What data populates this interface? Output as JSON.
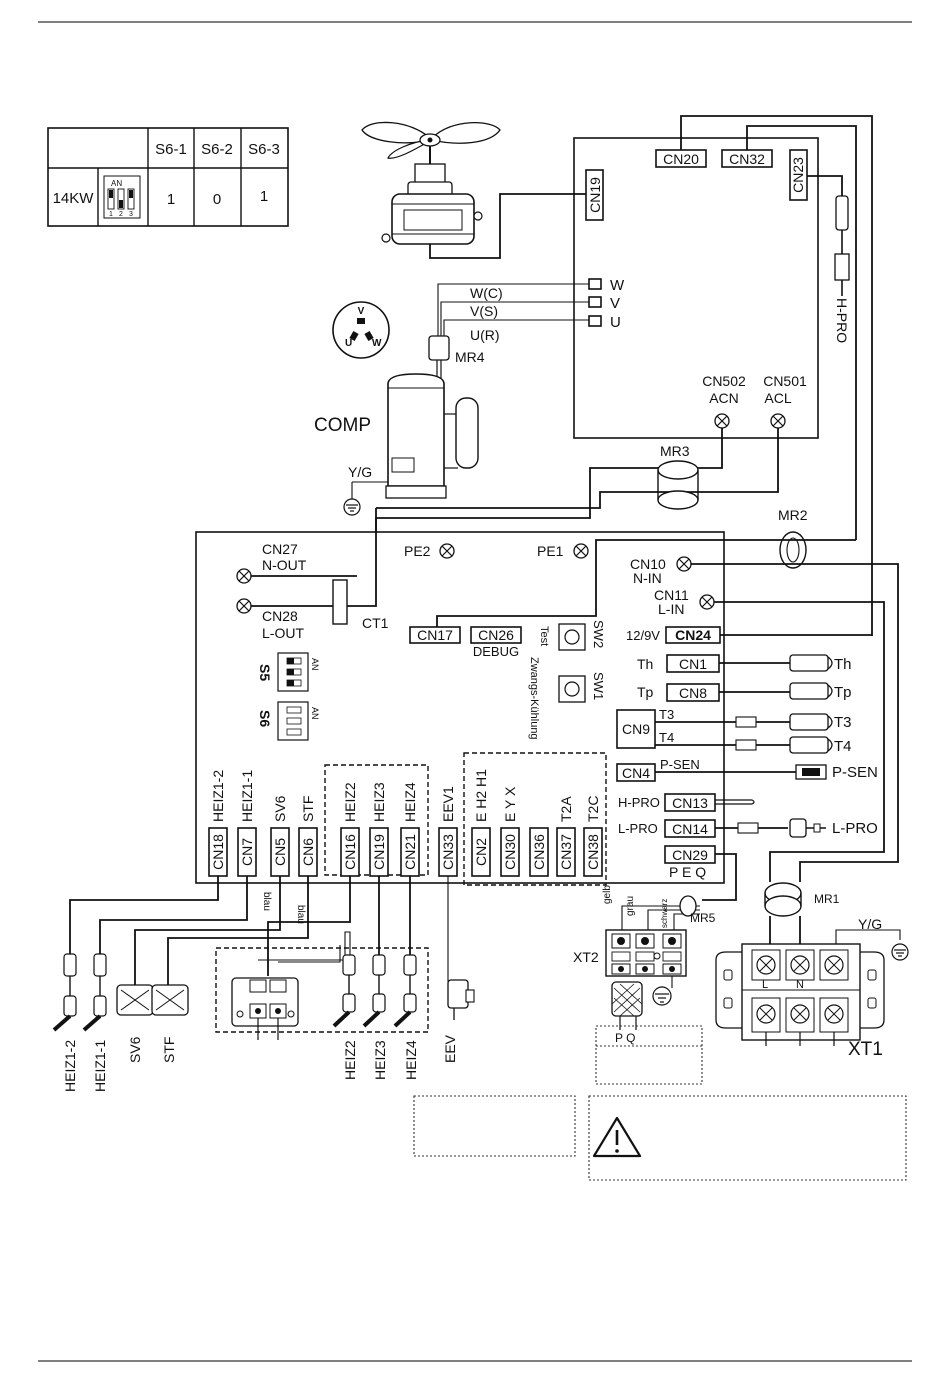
{
  "dip_table": {
    "headers": [
      "S6-1",
      "S6-2",
      "S6-3"
    ],
    "row_label": "14KW",
    "switch_caption": "AN",
    "switch_numbers": [
      "1",
      "2",
      "3"
    ],
    "values": [
      "1",
      "0",
      "1"
    ]
  },
  "inverter_board": {
    "connectors": [
      "CN20",
      "CN32",
      "CN23",
      "CN19"
    ],
    "phases": [
      "W",
      "V",
      "U"
    ],
    "cn502": "CN502",
    "acn": "ACN",
    "cn501": "CN501",
    "acl": "ACL",
    "h_pro": "H-PRO"
  },
  "compressor": {
    "label": "COMP",
    "wires": [
      "W(C)",
      "V(S)",
      "U(R)"
    ],
    "mr4": "MR4",
    "mr3": "MR3",
    "yg": "Y/G",
    "terminal_letters": [
      "V",
      "U",
      "W"
    ]
  },
  "main_board": {
    "mr2": "MR2",
    "cn27": "CN27",
    "n_out": "N-OUT",
    "cn28": "CN28",
    "l_out": "L-OUT",
    "ct1": "CT1",
    "pe2": "PE2",
    "pe1": "PE1",
    "cn10": "CN10",
    "n_in": "N-IN",
    "cn11": "CN11",
    "l_in": "L-IN",
    "cn17": "CN17",
    "cn26": "CN26",
    "debug": "DEBUG",
    "test": "Test",
    "zwangs": "Zwangs-Kühlung",
    "sw2": "SW2",
    "sw1": "SW1",
    "v129": "12/9V",
    "cn24": "CN24",
    "s5": "S5",
    "s6": "S6",
    "an": "AN",
    "th": "Th",
    "cn1": "CN1",
    "tp": "Tp",
    "cn8": "CN8",
    "cn9": "CN9",
    "t3": "T3",
    "t4": "T4",
    "cn4": "CN4",
    "psen": "P-SEN",
    "hpro": "H-PRO",
    "cn13": "CN13",
    "lpro": "L-PRO",
    "cn14": "CN14",
    "cn29": "CN29",
    "peq": "P E Q",
    "bottom_connectors": [
      "CN18",
      "CN7",
      "CN5",
      "CN6",
      "CN16",
      "CN19",
      "CN21",
      "CN33",
      "CN2",
      "CN30",
      "CN36",
      "CN37",
      "CN38"
    ],
    "bottom_functions": [
      "HEIZ1-2",
      "HEIZ1-1",
      "SV6",
      "STF",
      "HEIZ2",
      "HEIZ3",
      "HEIZ4",
      "EEV1",
      "E H2 H1",
      "E Y X",
      "",
      "T2A",
      "T2C"
    ]
  },
  "external": {
    "sensors": [
      "Th",
      "Tp",
      "T3",
      "T4",
      "P-SEN",
      "L-PRO"
    ],
    "mr1": "MR1",
    "mr5": "MR5",
    "yg": "Y/G",
    "blau1": "blau",
    "blau2": "blau",
    "xt2_wires": [
      "gelb",
      "grau",
      "schwarz"
    ],
    "xt2": "XT2",
    "xt1": "XT1",
    "pq": "P   Q",
    "xt1_letters": [
      "L",
      "N"
    ],
    "bottom_labels": [
      "HEIZ1-2",
      "HEIZ1-1",
      "SV6",
      "STF",
      "HEIZ2",
      "HEIZ3",
      "HEIZ4",
      "EEV"
    ]
  },
  "warning_icon": "warning-triangle-icon"
}
